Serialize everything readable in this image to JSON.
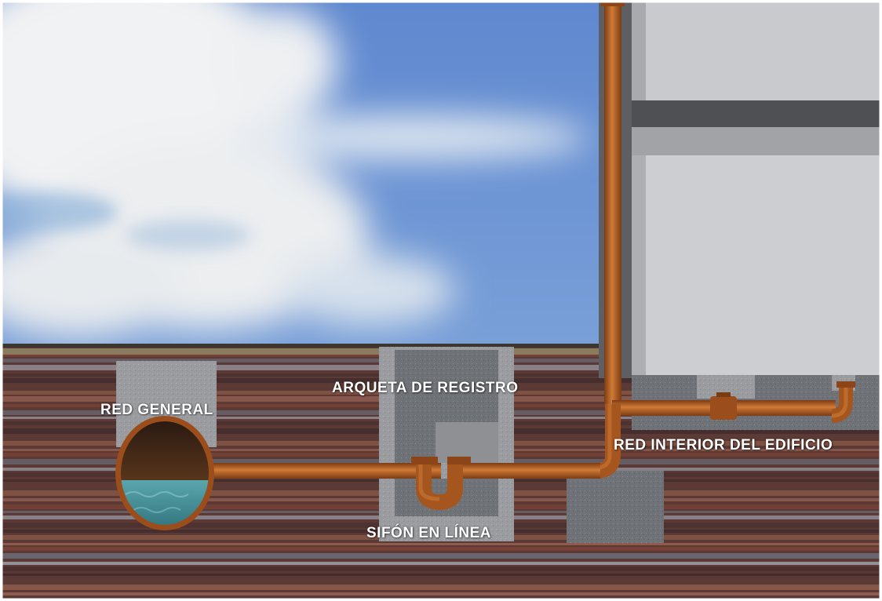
{
  "labels": {
    "red_general": "RED GENERAL",
    "arqueta_de_registro": "ARQUETA DE REGISTRO",
    "red_interior_del_edificio": "RED INTERIOR DEL EDIFICIO",
    "sifon_en_linea": "SIFÓN EN LÍNEA"
  },
  "colors": {
    "sky": "#6a93d3",
    "cloud": "#eef0f2",
    "pipe": "#a5561f",
    "pipe_highlight": "#d07a36",
    "soil_dark": "#5b3a36",
    "soil_red": "#8a4a3a",
    "concrete": "#777a80",
    "building_wall": "#c7c8cb",
    "building_slab": "#6b6c70",
    "water": "#3c8a94"
  },
  "icons": [
    "sewer-pipe-cross-section-icon",
    "p-trap-siphon-icon",
    "valve-icon"
  ]
}
